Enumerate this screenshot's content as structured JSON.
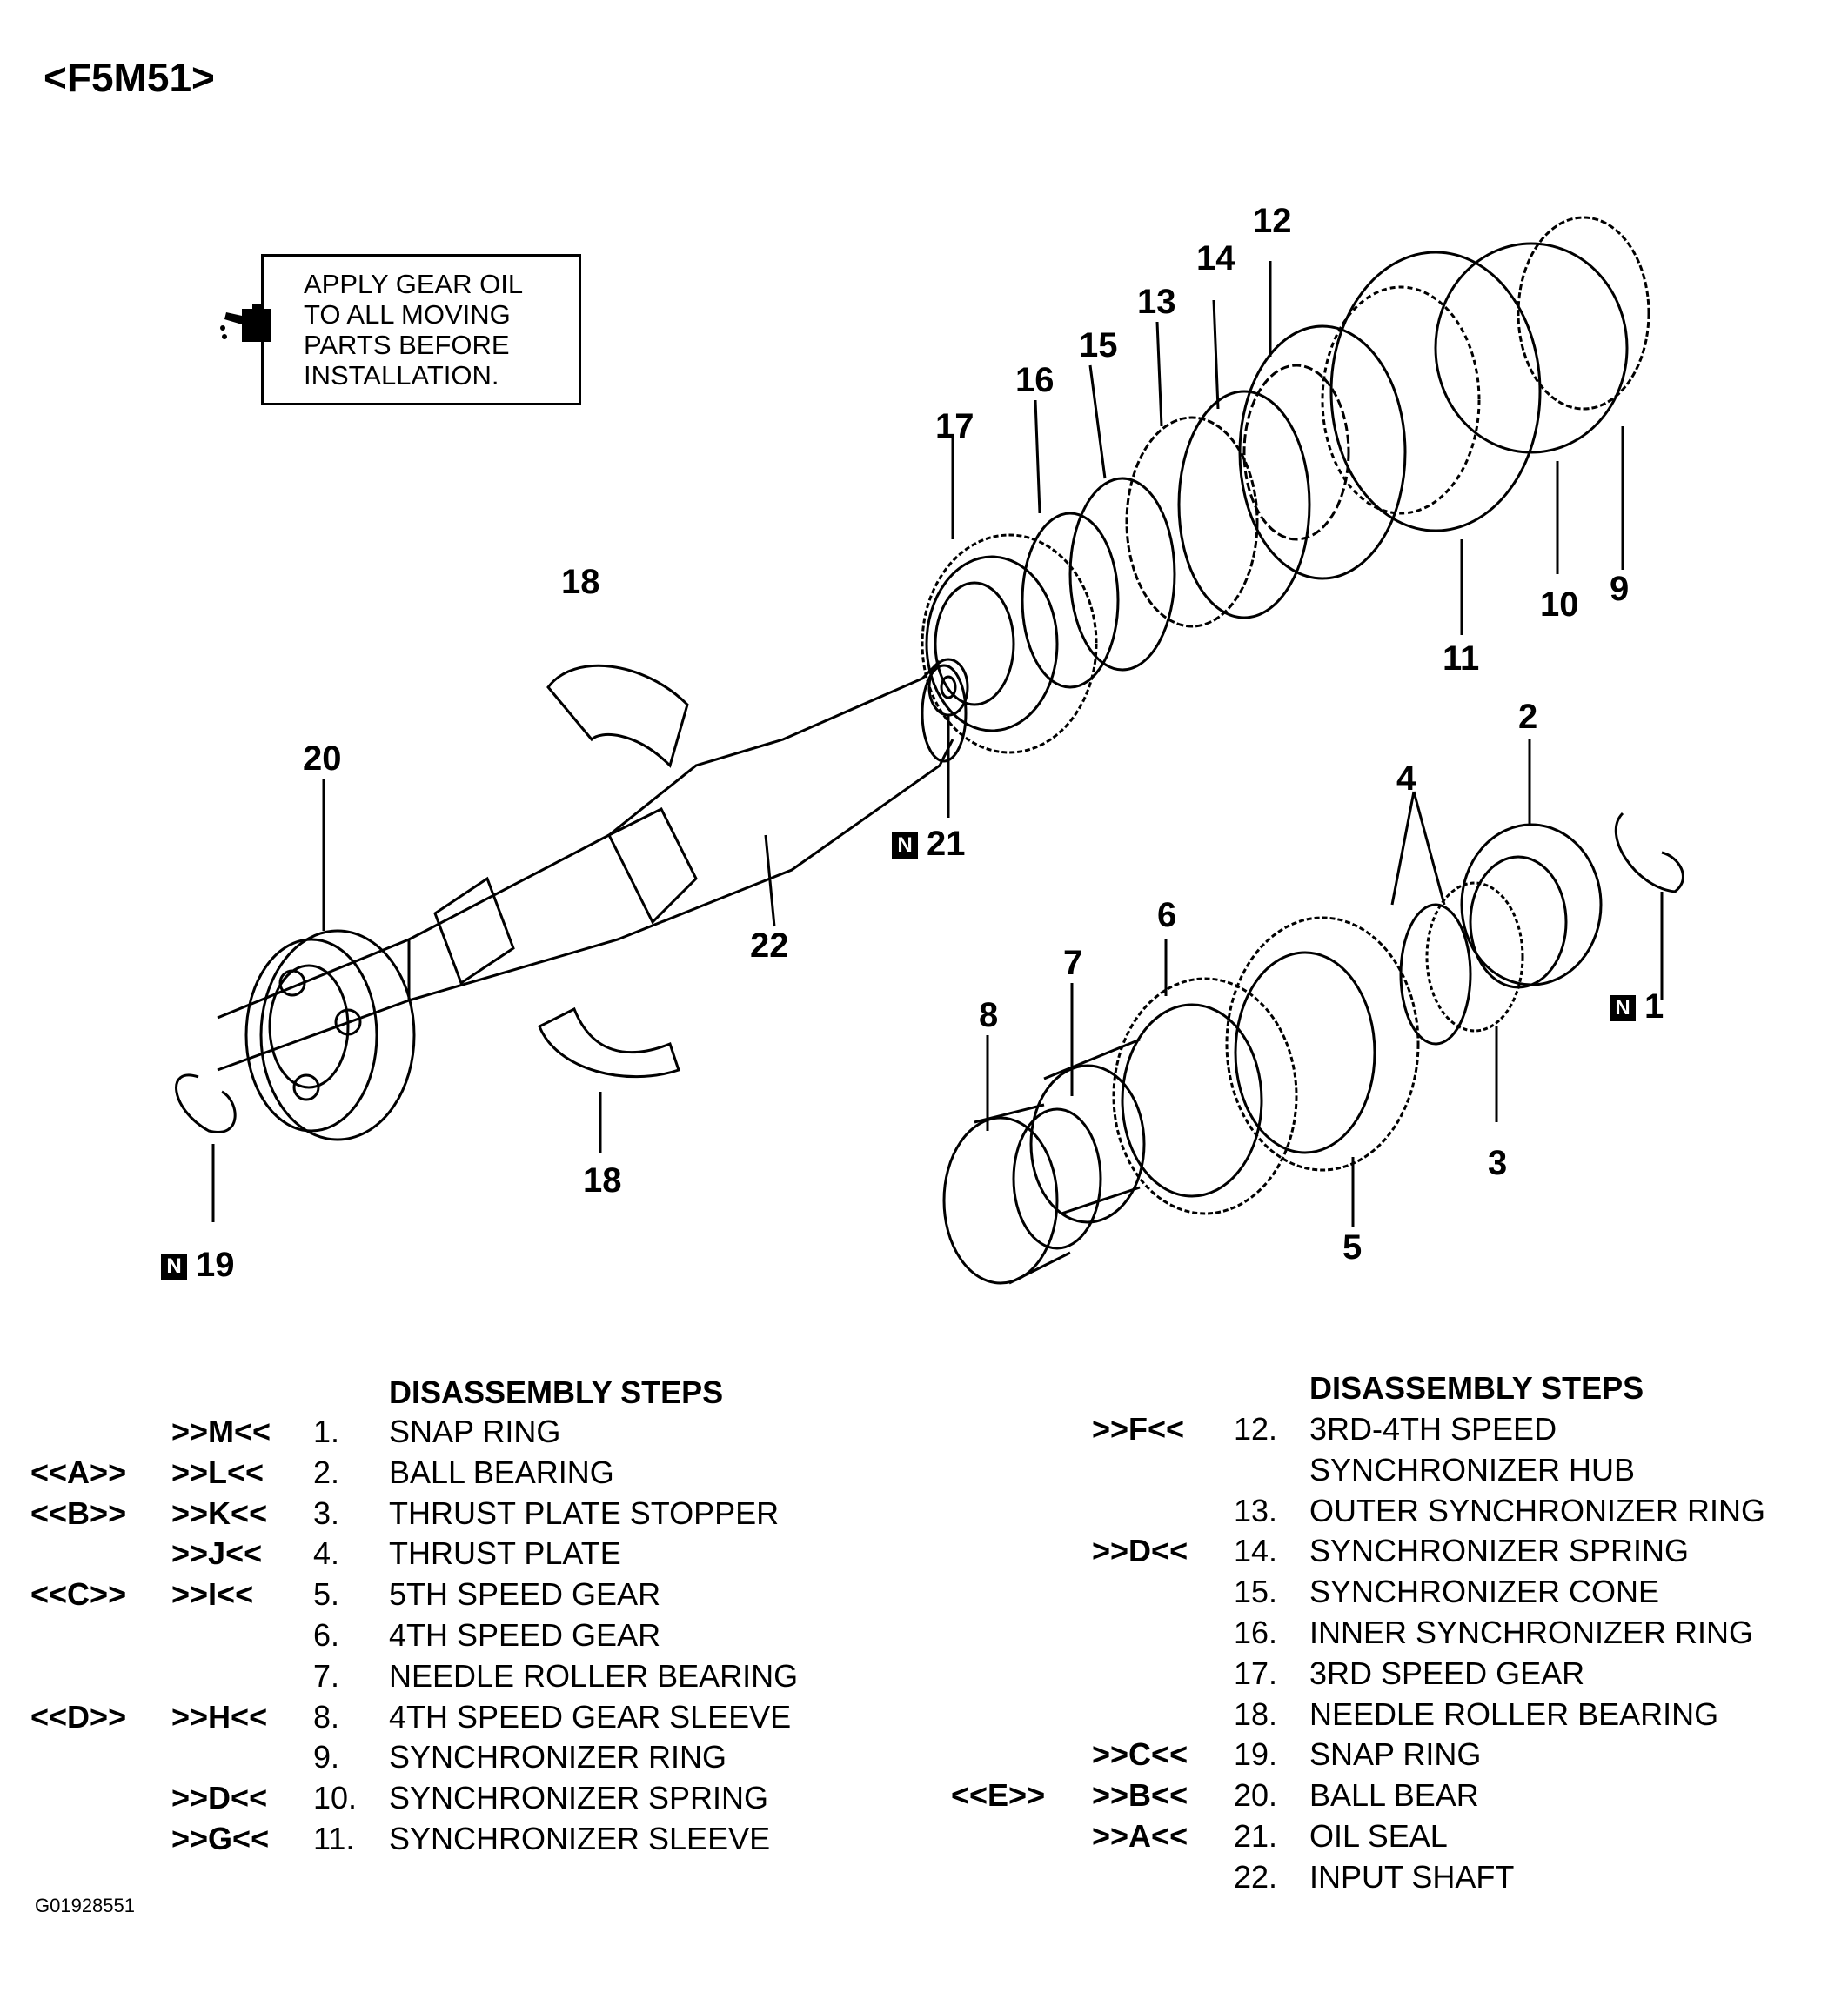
{
  "title": "<F5M51>",
  "note": {
    "text": "APPLY GEAR OIL\nTO ALL MOVING\nPARTS BEFORE\nINSTALLATION.",
    "icon": "oil-can-icon"
  },
  "callouts": {
    "c1": "1",
    "c2": "2",
    "c3": "3",
    "c4": "4",
    "c5": "5",
    "c6": "6",
    "c7": "7",
    "c8": "8",
    "c9": "9",
    "c10": "10",
    "c11": "11",
    "c12": "12",
    "c13": "13",
    "c14": "14",
    "c15": "15",
    "c16": "16",
    "c17": "17",
    "c18a": "18",
    "c18b": "18",
    "c19": "19",
    "c20": "20",
    "c21": "21",
    "c22": "22",
    "n_badge": "N"
  },
  "steps_left": {
    "heading": "DISASSEMBLY STEPS",
    "rows": [
      {
        "a": "",
        "b": ">>M<<",
        "n": "1.",
        "label": "SNAP RING"
      },
      {
        "a": "<<A>>",
        "b": ">>L<<",
        "n": "2.",
        "label": "BALL BEARING"
      },
      {
        "a": "<<B>>",
        "b": ">>K<<",
        "n": "3.",
        "label": "THRUST PLATE STOPPER"
      },
      {
        "a": "",
        "b": ">>J<<",
        "n": "4.",
        "label": "THRUST PLATE"
      },
      {
        "a": "<<C>>",
        "b": ">>I<<",
        "n": "5.",
        "label": "5TH SPEED GEAR"
      },
      {
        "a": "",
        "b": "",
        "n": "6.",
        "label": "4TH SPEED GEAR"
      },
      {
        "a": "",
        "b": "",
        "n": "7.",
        "label": "NEEDLE ROLLER BEARING"
      },
      {
        "a": "<<D>>",
        "b": ">>H<<",
        "n": "8.",
        "label": "4TH SPEED GEAR SLEEVE"
      },
      {
        "a": "",
        "b": "",
        "n": "9.",
        "label": "SYNCHRONIZER RING"
      },
      {
        "a": "",
        "b": ">>D<<",
        "n": "10.",
        "label": "SYNCHRONIZER SPRING"
      },
      {
        "a": "",
        "b": ">>G<<",
        "n": "11.",
        "label": "SYNCHRONIZER SLEEVE"
      }
    ]
  },
  "steps_right": {
    "heading": "DISASSEMBLY STEPS",
    "rows": [
      {
        "a": "",
        "b": ">>F<<",
        "n": "12.",
        "label": "3RD-4TH SPEED"
      },
      {
        "a": "",
        "b": "",
        "n": "",
        "label": "SYNCHRONIZER HUB"
      },
      {
        "a": "",
        "b": "",
        "n": "13.",
        "label": "OUTER SYNCHRONIZER RING"
      },
      {
        "a": "",
        "b": ">>D<<",
        "n": "14.",
        "label": "SYNCHRONIZER SPRING"
      },
      {
        "a": "",
        "b": "",
        "n": "15.",
        "label": "SYNCHRONIZER CONE"
      },
      {
        "a": "",
        "b": "",
        "n": "16.",
        "label": "INNER SYNCHRONIZER RING"
      },
      {
        "a": "",
        "b": "",
        "n": "17.",
        "label": "3RD SPEED GEAR"
      },
      {
        "a": "",
        "b": "",
        "n": "18.",
        "label": "NEEDLE ROLLER BEARING"
      },
      {
        "a": "",
        "b": ">>C<<",
        "n": "19.",
        "label": "SNAP RING"
      },
      {
        "a": "<<E>>",
        "b": ">>B<<",
        "n": "20.",
        "label": "BALL BEAR"
      },
      {
        "a": "",
        "b": ">>A<<",
        "n": "21.",
        "label": "OIL SEAL"
      },
      {
        "a": "",
        "b": "",
        "n": "22.",
        "label": "INPUT SHAFT"
      }
    ]
  },
  "figure_code": "G01928551"
}
